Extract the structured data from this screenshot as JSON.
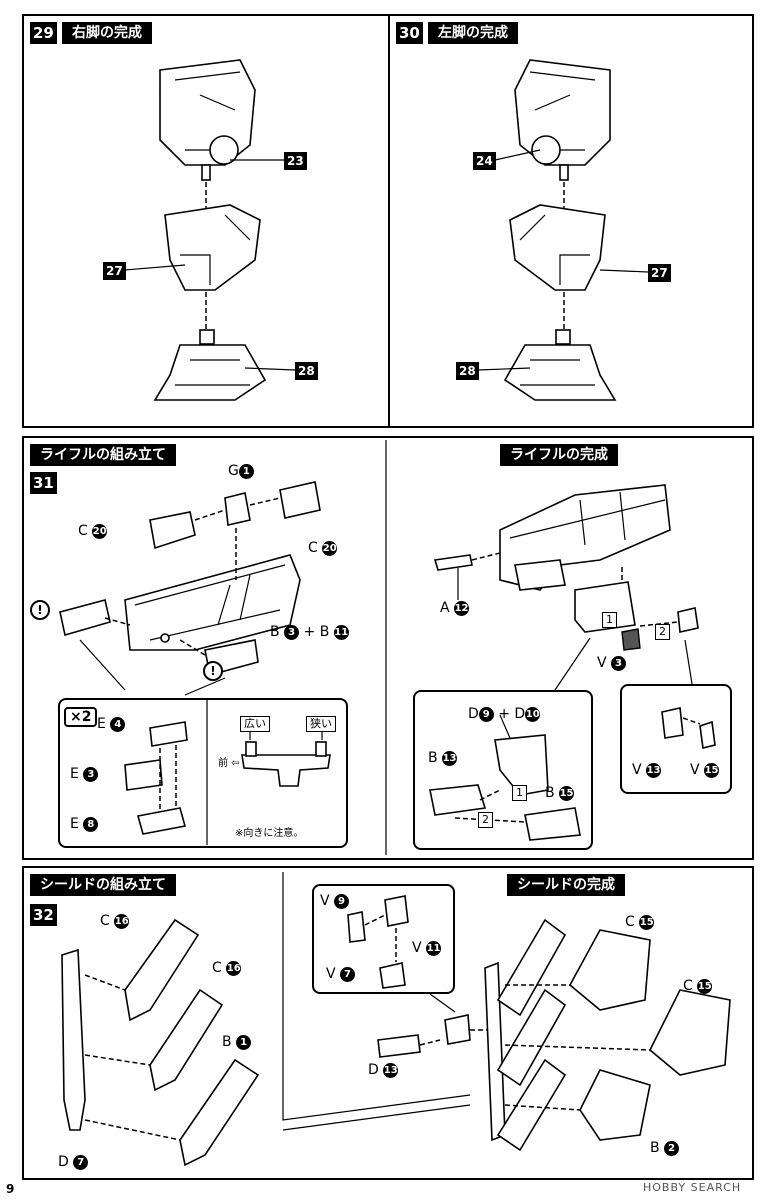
{
  "step29": {
    "num": "29",
    "title": "右脚の完成",
    "labels": [
      "23",
      "27",
      "28"
    ]
  },
  "step30": {
    "num": "30",
    "title": "左脚の完成",
    "labels": [
      "24",
      "27",
      "28"
    ]
  },
  "step31": {
    "title": "ライフルの組み立て",
    "num": "31",
    "g1": {
      "letter": "G",
      "n": "1"
    },
    "c20a": {
      "letter": "C",
      "n": "20"
    },
    "c20b": {
      "letter": "C",
      "n": "20"
    },
    "b3b11": {
      "a": "B",
      "an": "3",
      "plus": "+",
      "b": "B",
      "bn": "11"
    },
    "warn": "!",
    "detail": {
      "times": "×2",
      "e4": {
        "letter": "E",
        "n": "4"
      },
      "e3": {
        "letter": "E",
        "n": "3"
      },
      "e8": {
        "letter": "E",
        "n": "8"
      },
      "wide": "広い",
      "narrow": "狭い",
      "front": "前",
      "note": "※向きに注意。"
    }
  },
  "rifle_done": {
    "title": "ライフルの完成",
    "a12": {
      "letter": "A",
      "n": "12"
    },
    "v3": {
      "letter": "V",
      "n": "3"
    },
    "step1": "1",
    "step2": "2",
    "d9d10": {
      "a": "D",
      "an": "9",
      "plus": "+",
      "b": "D",
      "bn": "10"
    },
    "b13": {
      "letter": "B",
      "n": "13"
    },
    "b15": {
      "letter": "B",
      "n": "15"
    },
    "v13": {
      "letter": "V",
      "n": "13"
    },
    "v15": {
      "letter": "V",
      "n": "15"
    }
  },
  "step32": {
    "title": "シールドの組み立て",
    "num": "32",
    "c16a": {
      "letter": "C",
      "n": "16"
    },
    "c16b": {
      "letter": "C",
      "n": "16"
    },
    "b1": {
      "letter": "B",
      "n": "1"
    },
    "d7": {
      "letter": "D",
      "n": "7"
    }
  },
  "shield_done": {
    "title": "シールドの完成",
    "v9": {
      "letter": "V",
      "n": "9"
    },
    "v11": {
      "letter": "V",
      "n": "11"
    },
    "v7": {
      "letter": "V",
      "n": "7"
    },
    "d13": {
      "letter": "D",
      "n": "13"
    },
    "c15a": {
      "letter": "C",
      "n": "15"
    },
    "c15b": {
      "letter": "C",
      "n": "15"
    },
    "b2": {
      "letter": "B",
      "n": "2"
    }
  },
  "page_number": "9",
  "watermark": "HOBBY SEARCH"
}
